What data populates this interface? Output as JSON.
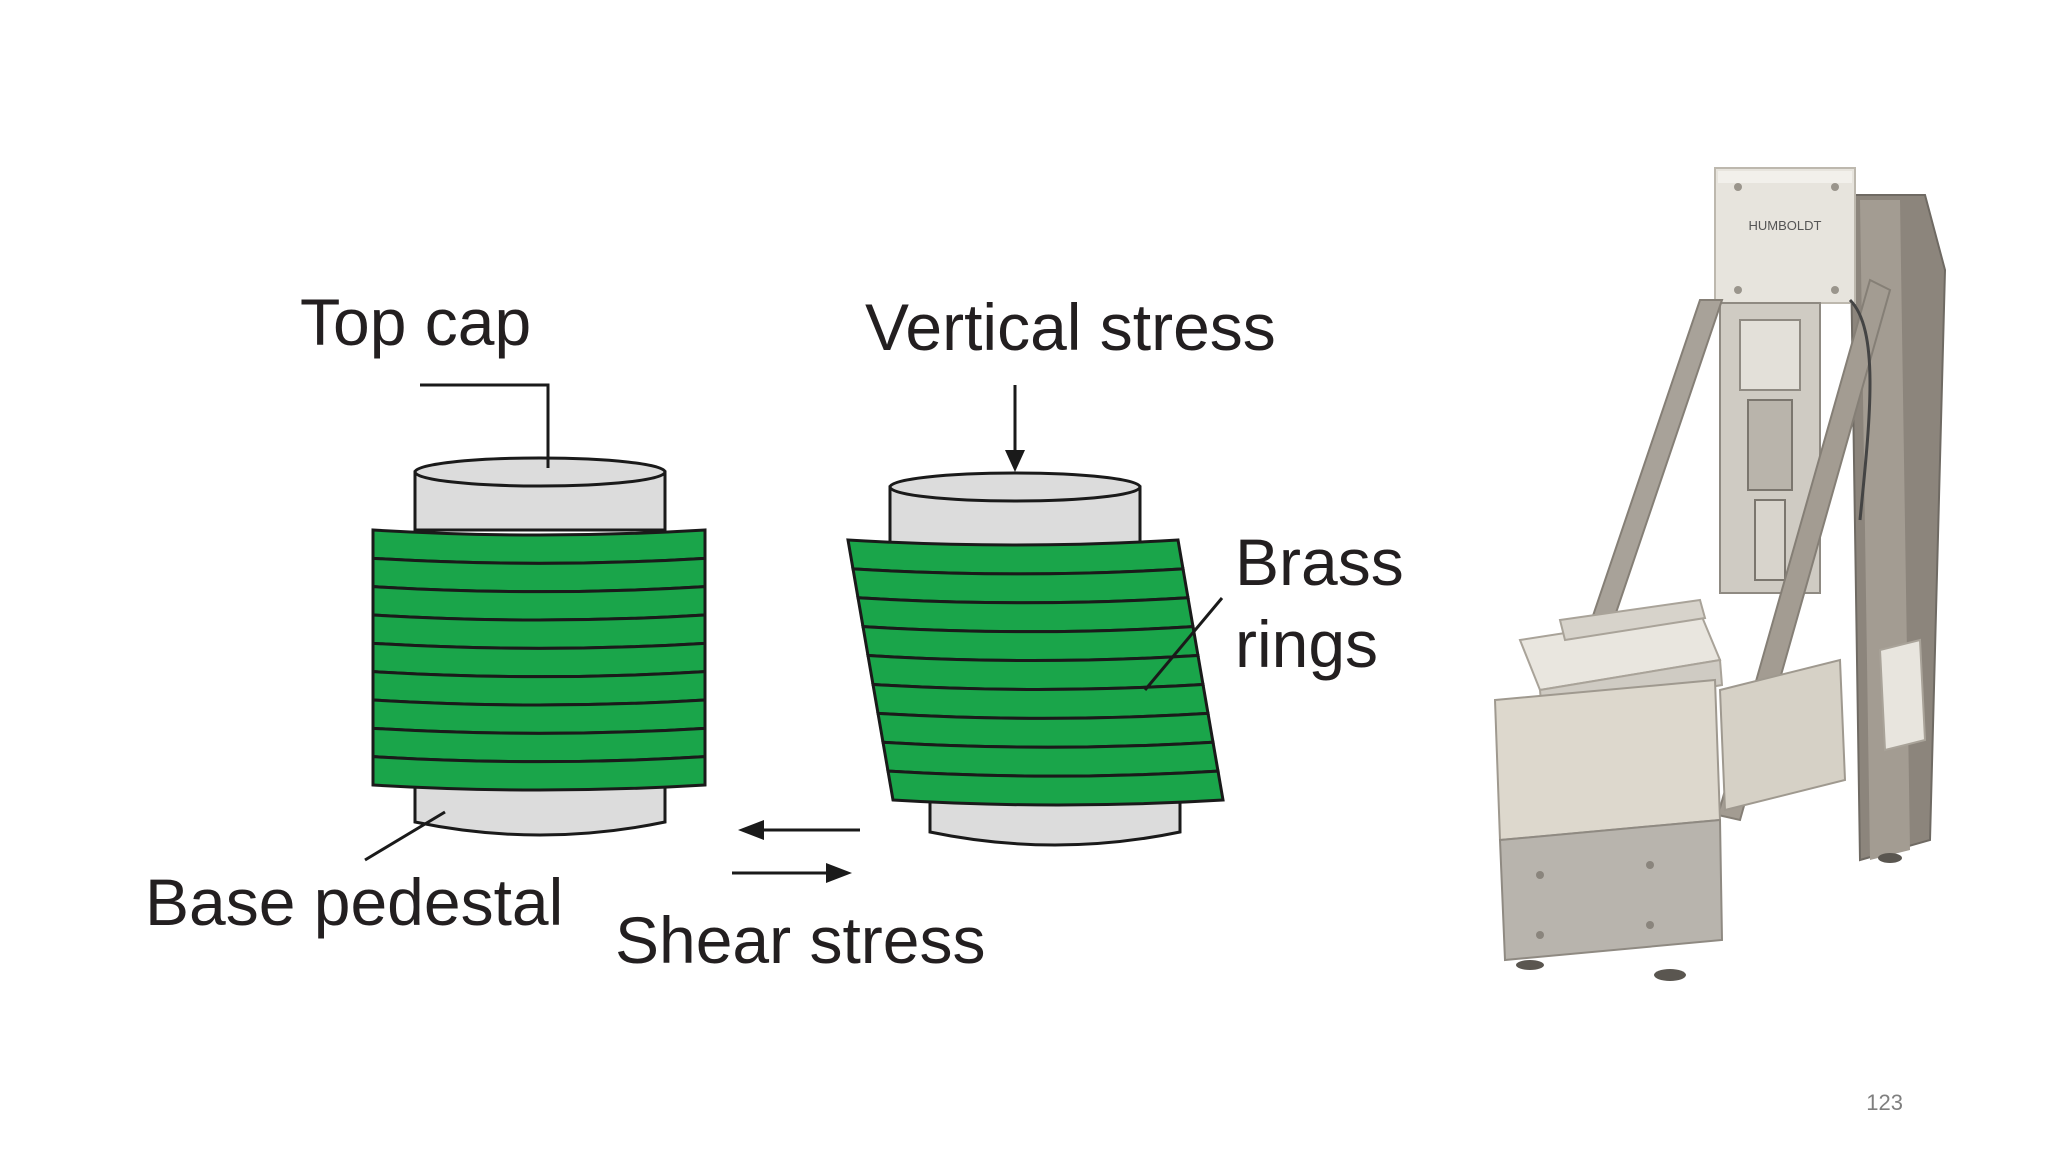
{
  "diagram": {
    "labels": {
      "top_cap": "Top cap",
      "vertical_stress": "Vertical stress",
      "brass_line1": "Brass",
      "brass_line2": "rings",
      "base_pedestal": "Base pedestal",
      "shear_stress": "Shear stress"
    },
    "ring_count": 9,
    "colors": {
      "ring_green": "#1aa54a",
      "cap_gray": "#dcdcdc",
      "outline": "#1a1a1a"
    }
  },
  "photo": {
    "brand_mark": "HUMBOLDT",
    "subject": "direct shear test machine"
  },
  "slide_number": "123"
}
